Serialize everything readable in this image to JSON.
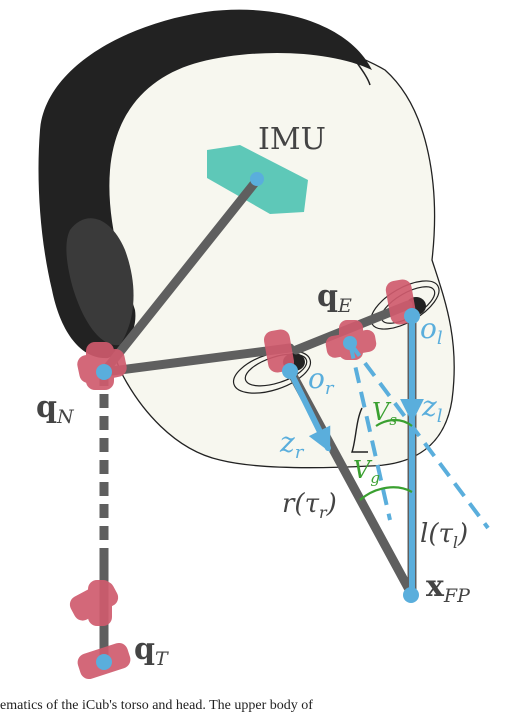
{
  "labels": {
    "imu": "IMU",
    "q_e_main": "q",
    "q_e_sub": "E",
    "q_n_main": "q",
    "q_n_sub": "N",
    "q_t_main": "q",
    "q_t_sub": "T",
    "o_r_main": "o",
    "o_r_sub": "r",
    "o_l_main": "o",
    "o_l_sub": "l",
    "z_r_main": "z",
    "z_r_sub": "r",
    "z_l_main": "z",
    "z_l_sub": "l",
    "v_s_main": "V",
    "v_s_sub": "s",
    "v_g_main": "V",
    "v_g_sub": "g",
    "r_tau": "r(τ",
    "r_tau_sub": "r",
    "r_tau_close": ")",
    "l_tau": "l(τ",
    "l_tau_sub": "l",
    "l_tau_close": ")",
    "x_fp_main": "x",
    "x_fp_sub": "FP"
  },
  "caption": "ematics of the iCub's torso and head. The upper body of",
  "colors": {
    "link": "#5f5f5f",
    "joint": "#cf5b6e",
    "joint_dark": "#b8485c",
    "frame": "#5aaedc",
    "imu": "#5ec8b8",
    "angle": "#3aa030",
    "head_fill": "#f7f7ef",
    "hair": "#222222"
  }
}
